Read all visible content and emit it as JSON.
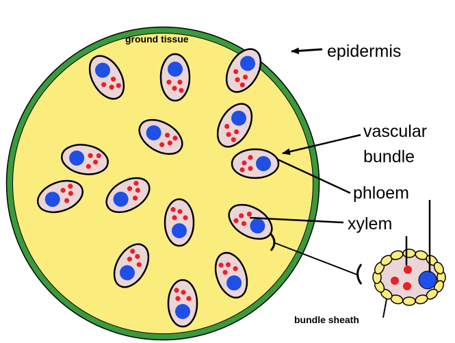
{
  "labels": {
    "ground_tissue": "ground tissue",
    "epidermis": "epidermis",
    "vascular": "vascular",
    "bundle": "bundle",
    "phloem": "phloem",
    "xylem": "xylem",
    "bundle_sheath": "bundle sheath"
  },
  "colors": {
    "ground": "#fbec7e",
    "epidermis": "#3a9a3c",
    "bundle_fill": "#ebd5d6",
    "xylem": "#1e4fe6",
    "phloem": "#e8202a",
    "sheath_cell": "#fbec7e",
    "outline": "#000000"
  }
}
